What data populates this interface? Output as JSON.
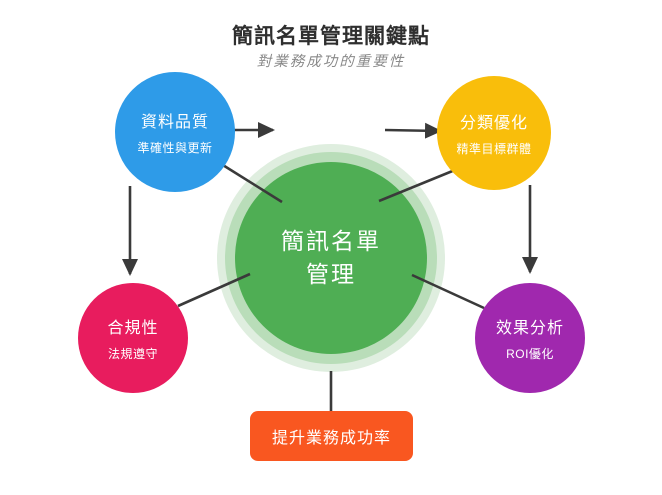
{
  "title": "簡訊名單管理關鍵點",
  "subtitle": "對業務成功的重要性",
  "center": {
    "label_line1": "簡訊名單",
    "label_line2": "管理",
    "color": "#4fae54",
    "halo_middle_color": "#b9ddb9",
    "halo_outer_color": "#dfeedf"
  },
  "nodes": [
    {
      "id": "data-quality",
      "label": "資料品質",
      "sublabel": "準確性與更新",
      "color": "#2e9be8"
    },
    {
      "id": "categorization",
      "label": "分類優化",
      "sublabel": "精準目標群體",
      "color": "#f9be0b"
    },
    {
      "id": "compliance",
      "label": "合規性",
      "sublabel": "法規遵守",
      "color": "#e81c5e"
    },
    {
      "id": "effect-analysis",
      "label": "效果分析",
      "sublabel": "ROI優化",
      "color": "#a028ae"
    }
  ],
  "outcome": {
    "label": "提升業務成功率",
    "color": "#f95720"
  },
  "connectors": {
    "color": "#3a3a3a"
  }
}
